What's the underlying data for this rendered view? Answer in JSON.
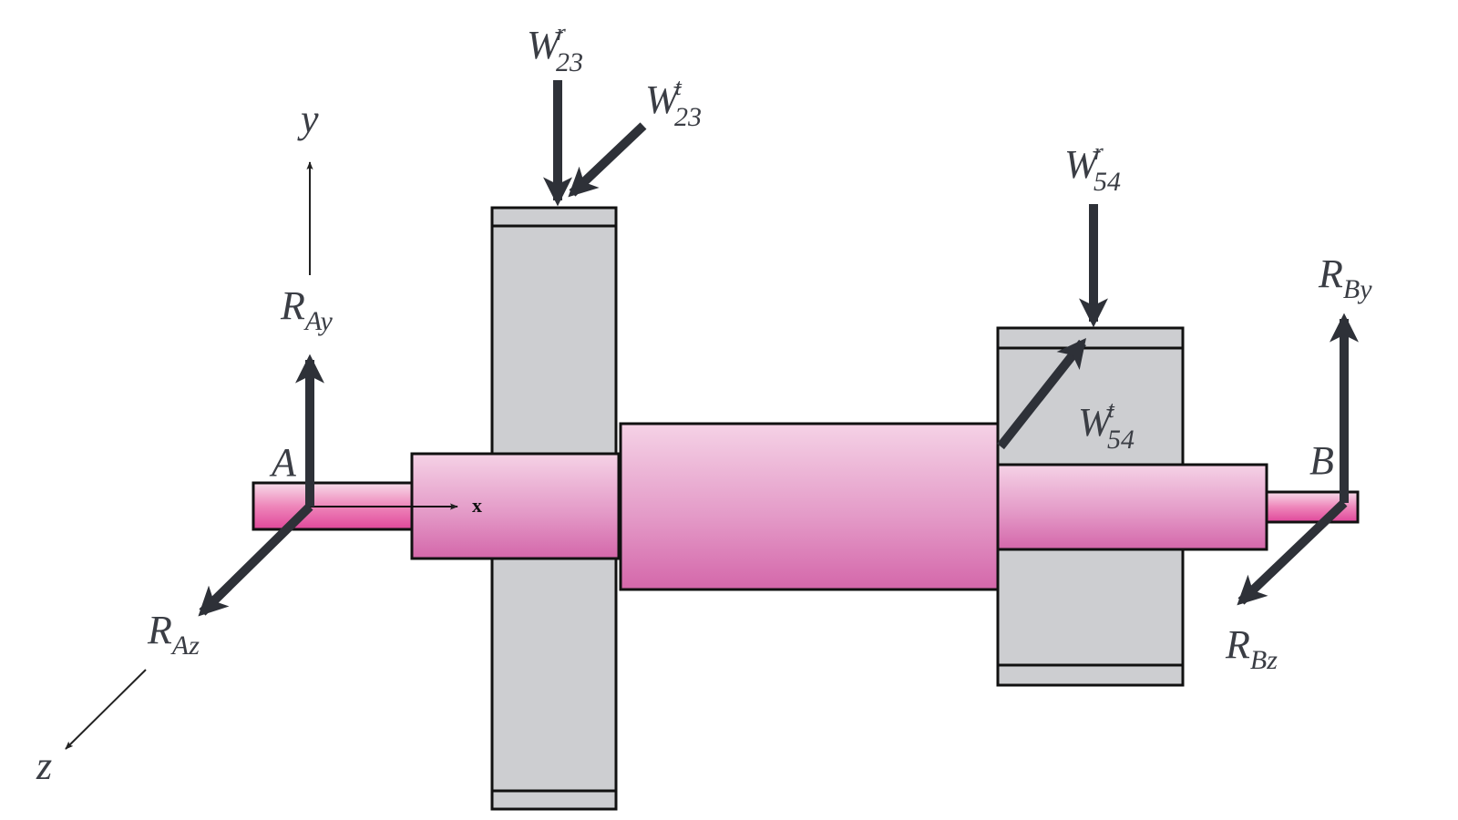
{
  "labels": {
    "point_a": "A",
    "point_b": "B",
    "axis_x": "x",
    "axis_y": "y",
    "axis_z": "z",
    "r_ay": {
      "main": "R",
      "sub": "Ay"
    },
    "r_az": {
      "main": "R",
      "sub": "Az"
    },
    "r_by": {
      "main": "R",
      "sub": "By"
    },
    "r_bz": {
      "main": "R",
      "sub": "Bz"
    },
    "w23_r": {
      "main": "W",
      "sup": "r",
      "sub": "23"
    },
    "w23_t": {
      "main": "W",
      "sup": "t",
      "sub": "23"
    },
    "w54_r": {
      "main": "W",
      "sup": "r",
      "sub": "54"
    },
    "w54_t": {
      "main": "W",
      "sup": "t",
      "sub": "54"
    }
  },
  "colors": {
    "shaft_light": "#f5d2e6",
    "shaft_dark": "#d467aa",
    "gear_fill": "#cdced1",
    "arrow": "#2e3138",
    "outline": "#111111"
  }
}
